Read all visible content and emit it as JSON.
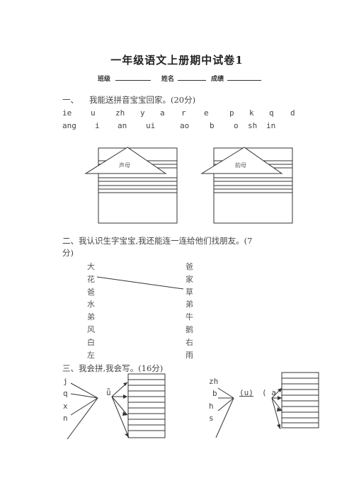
{
  "title": "一年级语文上册期中试卷1",
  "info": {
    "class_label": "班级",
    "name_label": "姓名",
    "score_label": "成绩"
  },
  "section1": {
    "heading_num": "一、",
    "heading_text": "我能送拼音宝宝回家。(20分)",
    "row1": [
      "ie",
      "u",
      "zh",
      "y",
      "a",
      "r",
      "e",
      "p",
      "k",
      "q",
      "d"
    ],
    "row2": [
      "ang",
      "i",
      "an",
      "ui",
      "ao",
      "b",
      "o",
      "sh",
      "in"
    ],
    "house_left_label": "声母",
    "house_right_label": "韵母"
  },
  "section2": {
    "heading": "二、我认识生字宝宝,我还能连一连给他们找朋友。(7",
    "heading_cont": "分)",
    "left_chars": [
      "大",
      "花",
      "爸",
      "水",
      "弟",
      "风",
      "白",
      "左"
    ],
    "right_chars": [
      "爸",
      "家",
      "草",
      "弟",
      "牛",
      "鹅",
      "右",
      "雨"
    ]
  },
  "section3": {
    "heading": "三、我会拼,我会写。(16分)",
    "left_initials": [
      "j",
      "q",
      "x",
      "n"
    ],
    "left_final": "ǖ",
    "right_initials": [
      "zh",
      "b",
      "h",
      "s"
    ],
    "right_final_1": "(u)",
    "right_final_2": "( a"
  }
}
